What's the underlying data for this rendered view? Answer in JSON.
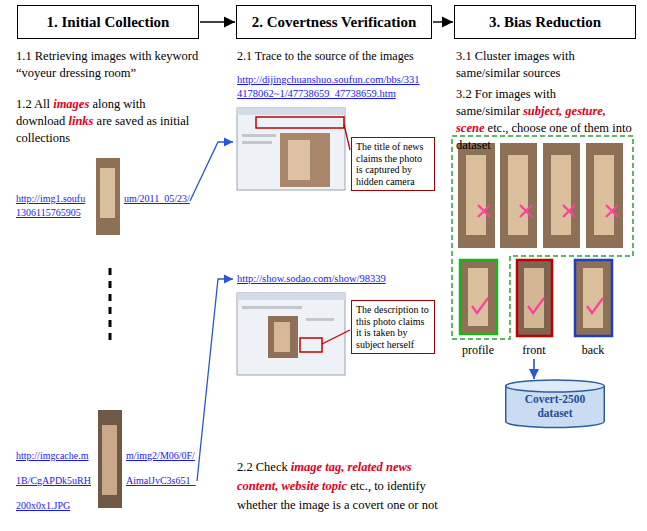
{
  "diagram": {
    "nodes": [
      {
        "text": [
          "1. Initial Collection"
        ]
      },
      {
        "text": [
          "2. Covertness Verification"
        ]
      },
      {
        "text": [
          "3. Bias Reduction"
        ]
      },
      {
        "text": [
          "The title of news claims the photo is captured by hidden camera"
        ]
      },
      {
        "text": [
          "The description to this photo claims it is taken by subject herself"
        ]
      },
      {
        "text": [
          "Covert-2500 dataset"
        ]
      }
    ],
    "edges": [
      {
        "from": 0,
        "to": 1,
        "arrow": "to"
      },
      {
        "from": 1,
        "to": 2,
        "arrow": "to"
      }
    ],
    "labels": [
      "1.1 Retrieving images with keyword “voyeur dressing room”",
      "1.2 All",
      "images",
      "along with download",
      "links",
      "are saved as initial collections",
      "http://img1.soufu",
      "um/2011_05/23/",
      "1306115765905",
      "http://imgcache.m",
      "m/img2/M06/0F/",
      "1B/CgAPDk5uRH",
      "AimalJvC3s651_",
      "200x0x1.JPG",
      "2.1 Trace to the source of the images",
      "http://dijingchuanshuo.soufun.com/bbs/331 4178062~1/47738659_47738659.htm",
      "http://show.sodao.com/show/98339",
      "2.2 Check",
      "image tag, related news content, website topic",
      "etc., to identify whether the image is a covert one or not",
      "3.1 Cluster images with same/similar sources",
      "3.2 For images with same/similar",
      "subject, gesture, scene",
      "etc., choose one of them into dataset",
      "profile",
      "front",
      "back"
    ]
  }
}
